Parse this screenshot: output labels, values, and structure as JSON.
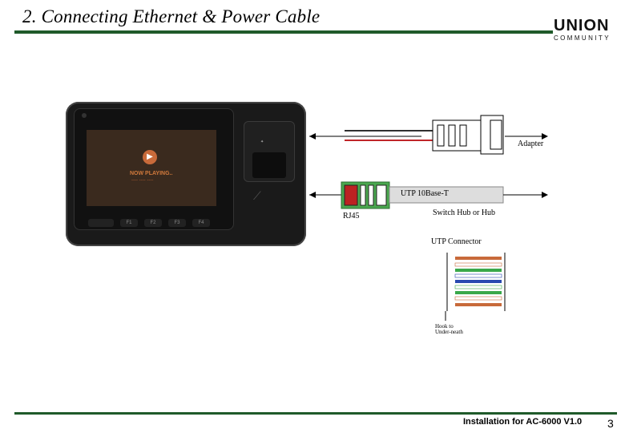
{
  "page": {
    "title": "2. Connecting Ethernet & Power Cable",
    "logo_text": "UNION",
    "logo_sub": "COMMUNITY",
    "footer": "Installation for AC-6000 V1.0",
    "page_number": "3"
  },
  "device": {
    "screen_text": "NOW PLAYING..",
    "screen_sub": "---- ---- ----",
    "fkeys": [
      "F1",
      "F2",
      "F3",
      "F4"
    ]
  },
  "diagram": {
    "adapter_label": "Adapter",
    "cable_label": "UTP 10Base-T",
    "rj45_label": "RJ45",
    "switch_label": "Switch Hub or Hub",
    "utp_connector_label": "UTP Connector",
    "hook_label": "Hook to Under-neath"
  },
  "colors": {
    "rule": "#1f5a2a",
    "rj45": "#4aa84f",
    "wire_red": "#c0262a",
    "wire_dark": "#303030"
  }
}
